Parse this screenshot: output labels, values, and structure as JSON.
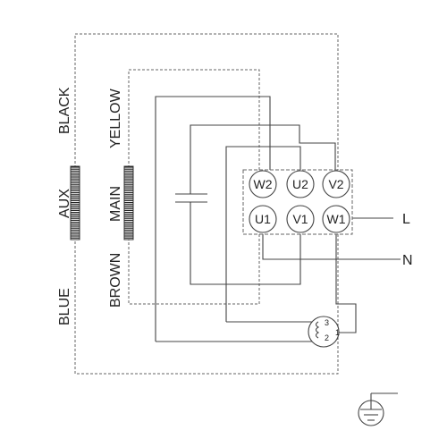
{
  "wires": {
    "black": "BLACK",
    "yellow": "YELLOW",
    "aux": "AUX",
    "main": "MAIN",
    "blue": "BLUE",
    "brown": "BROWN"
  },
  "terminals": {
    "top": [
      "W2",
      "U2",
      "V2"
    ],
    "bottom": [
      "U1",
      "V1",
      "W1"
    ]
  },
  "supply": {
    "line": "L",
    "neutral": "N"
  },
  "thermal_protector": {
    "pin1": "1",
    "pin2": "2",
    "pin3": "3"
  },
  "colors": {
    "line": "#444444",
    "dashed": "#666666",
    "text": "#222222"
  }
}
